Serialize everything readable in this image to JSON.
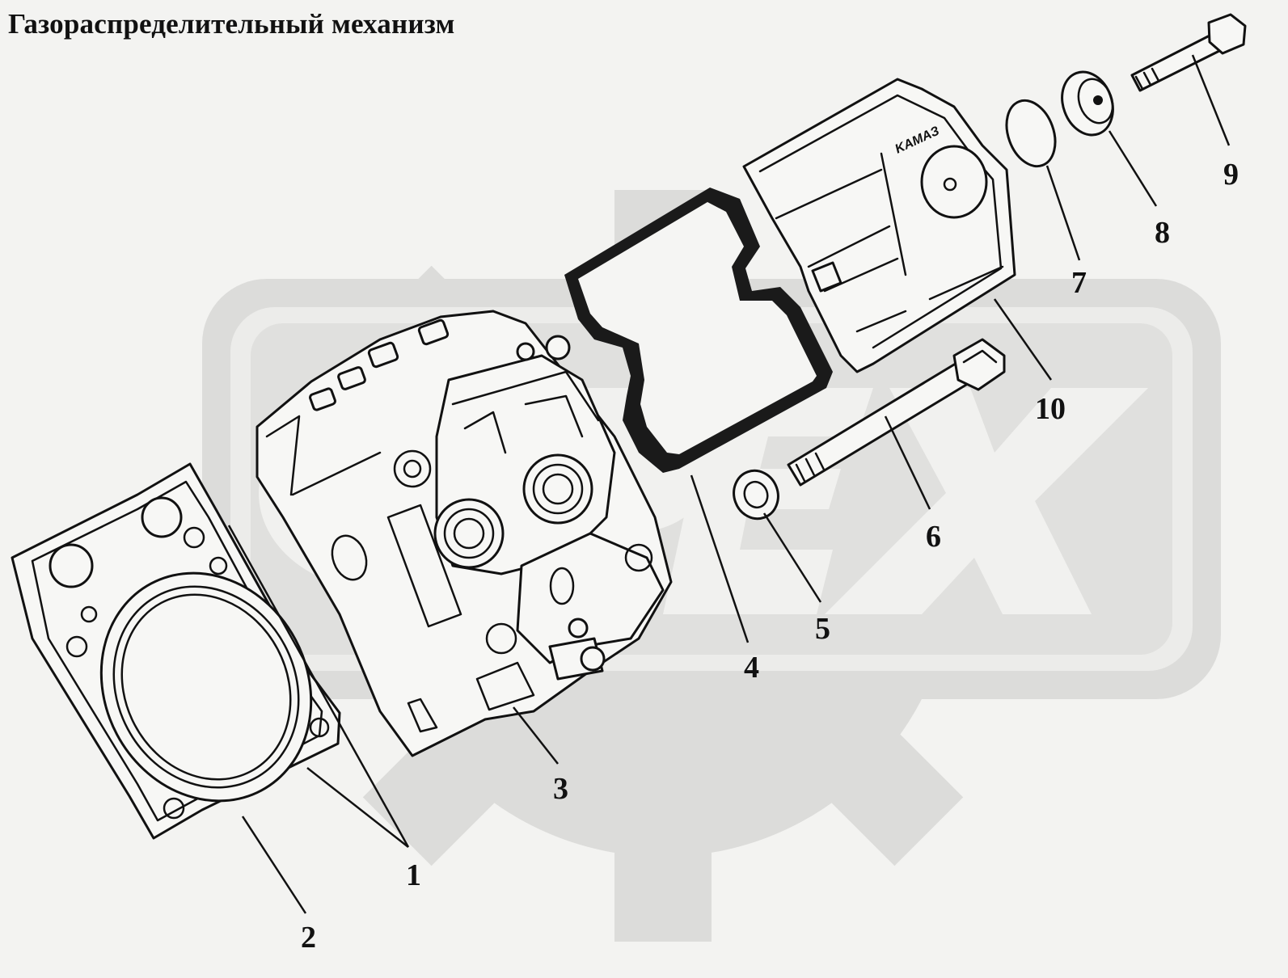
{
  "title": "Газораспределительный механизм",
  "cover_logo": "KAMAЗ",
  "callouts": [
    {
      "id": "1",
      "label": "1"
    },
    {
      "id": "2",
      "label": "2"
    },
    {
      "id": "3",
      "label": "3"
    },
    {
      "id": "4",
      "label": "4"
    },
    {
      "id": "5",
      "label": "5"
    },
    {
      "id": "6",
      "label": "6"
    },
    {
      "id": "7",
      "label": "7"
    },
    {
      "id": "8",
      "label": "8"
    },
    {
      "id": "9",
      "label": "9"
    },
    {
      "id": "10",
      "label": "10"
    }
  ],
  "colors": {
    "background": "#f3f3f1",
    "watermark": "#dcdcda",
    "line": "#111111"
  }
}
